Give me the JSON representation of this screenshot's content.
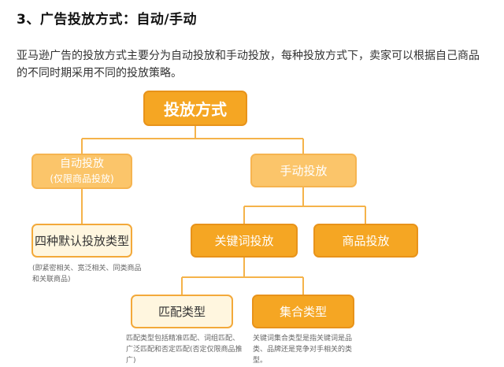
{
  "heading": "3、广告投放方式：自动/手动",
  "intro": "亚马逊广告的投放方式主要分为自动投放和手动投放，每种投放方式下，卖家可以根据自己商品的不同时期采用不同的投放策略。",
  "diagram": {
    "root": "投放方式",
    "auto": {
      "label": "自动投放",
      "sub": "(仅限商品投放)"
    },
    "manual": {
      "label": "手动投放"
    },
    "auto_child": {
      "label": "四种默认投放类型",
      "note": "(即紧密相关、宽泛相关、同类商品和关联商品)"
    },
    "keyword": {
      "label": "关键词投放"
    },
    "product": {
      "label": "商品投放"
    },
    "match": {
      "label": "匹配类型",
      "note": "匹配类型包括精准匹配、词组匹配、广泛匹配和否定匹配(否定仅限商品推广)"
    },
    "set": {
      "label": "集合类型",
      "note": "关键词集合类型是指关键词是品类、品牌还是竞争对手相关的类型。"
    }
  },
  "colors": {
    "primary": "#f5a623",
    "secondary": "#fbc56a",
    "connector": "#f5b34a"
  }
}
